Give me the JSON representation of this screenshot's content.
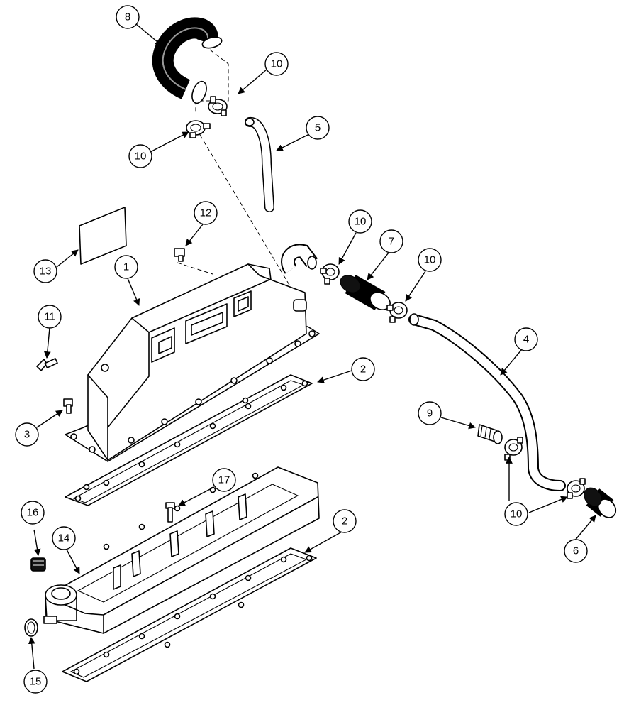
{
  "callouts": [
    "8",
    "10",
    "10",
    "5",
    "12",
    "10",
    "7",
    "10",
    "13",
    "1",
    "11",
    "2",
    "4",
    "9",
    "3",
    "17",
    "16",
    "14",
    "2",
    "10",
    "6",
    "15"
  ]
}
